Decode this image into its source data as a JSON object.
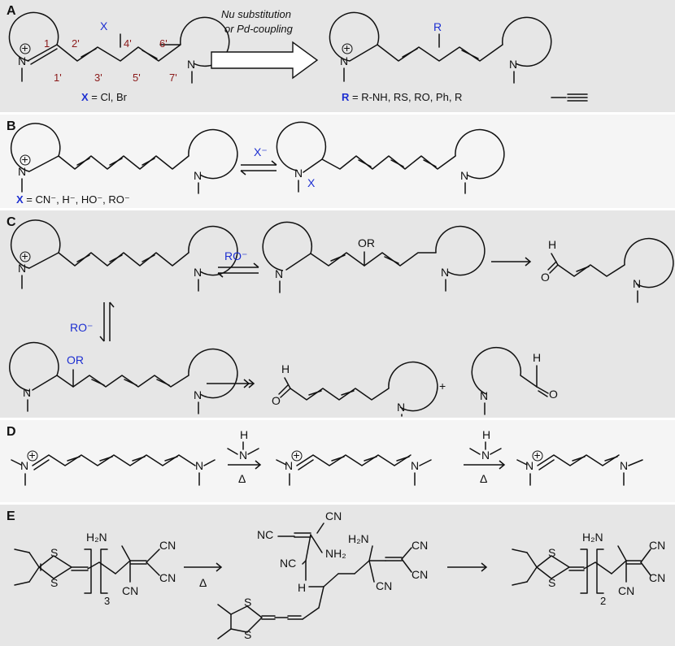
{
  "panels": {
    "A": {
      "letter": "A",
      "substituent": "X",
      "positions": [
        "1",
        "2'",
        "4'",
        "6'",
        "1'",
        "3'",
        "5'",
        "7'"
      ],
      "x_def_var": "X",
      "x_def_text": " = Cl, Br",
      "arrow_label_1": "Nu substitution",
      "arrow_label_2": "or Pd-coupling",
      "r_sub": "R",
      "r_def_var": "R",
      "r_def_text": " = R-NH, RS, RO, Ph, R",
      "n_plus": "N",
      "n": "N",
      "charge": "+"
    },
    "B": {
      "letter": "B",
      "arrow_reagent": "X⁻",
      "x_def_var": "X",
      "x_def_text": " = CN⁻, H⁻, HO⁻, RO⁻",
      "adduct_x": "X"
    },
    "C": {
      "letter": "C",
      "reagent_top": "RO⁻",
      "reagent_left": "RO⁻",
      "or_label": "OR",
      "h": "H",
      "o": "O",
      "plus": "+"
    },
    "D": {
      "letter": "D",
      "amine_h": "H",
      "amine_n": "N",
      "delta": "Δ"
    },
    "E": {
      "letter": "E",
      "s": "S",
      "h2n": "H₂N",
      "nh2": "NH₂",
      "cn": "CN",
      "nc": "NC",
      "h": "H",
      "n3": "3",
      "n2": "2",
      "delta": "Δ"
    }
  }
}
